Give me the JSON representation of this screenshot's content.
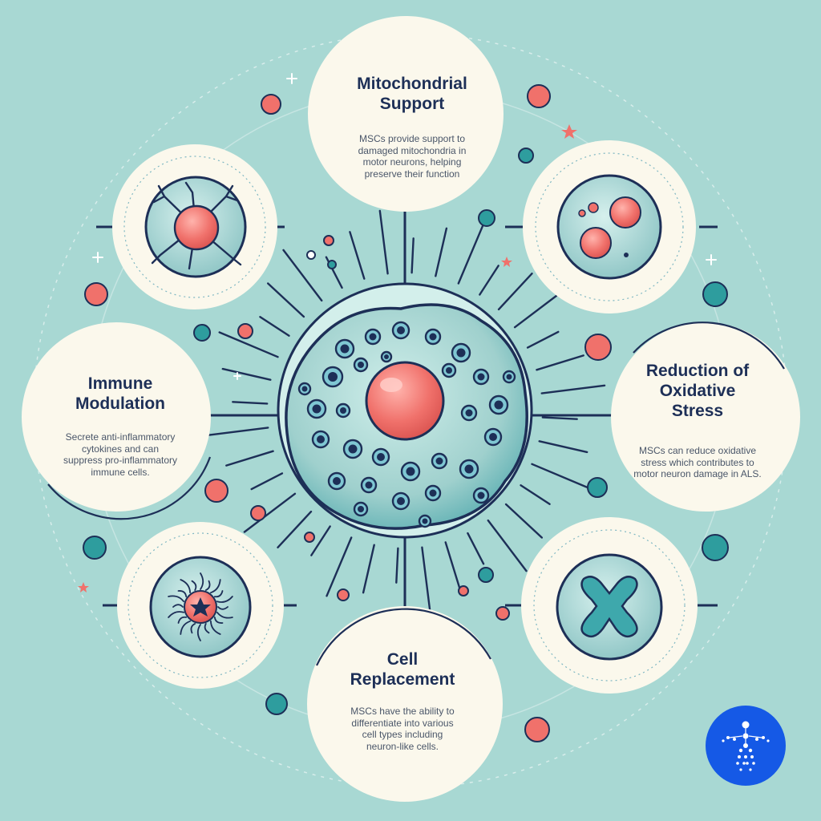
{
  "panels": {
    "mitochondrial": {
      "title_line1": "Mitochondrial",
      "title_line2": "Support",
      "desc_line1": "MSCs provide support to",
      "desc_line2": "damaged mitochondria in",
      "desc_line3": "motor neurons, helping",
      "desc_line4": "preserve their function"
    },
    "immune": {
      "title_line1": "Immune",
      "title_line2": "Modulation",
      "desc_line1": "Secrete anti-inflammatory",
      "desc_line2": "cytokines and can",
      "desc_line3": "suppress pro-inflammatory",
      "desc_line4": "immune cells."
    },
    "oxidative": {
      "title_line1": "Reduction of",
      "title_line2": "Oxidative",
      "title_line3": "Stress",
      "desc_line1": "MSCs can reduce oxidative",
      "desc_line2": "stress which contributes to",
      "desc_line3": "motor neuron damage in ALS."
    },
    "replacement": {
      "title_line1": "Cell",
      "title_line2": "Replacement",
      "desc_line1": "MSCs have the ability to",
      "desc_line2": "differentiate into various",
      "desc_line3": "cell types including",
      "desc_line4": "neuron-like cells."
    }
  },
  "icons": {
    "central": "stem-cell-icon",
    "top_left": "neuron-cell-icon",
    "top_right": "mitochondria-cell-icon",
    "bottom_left": "immune-cell-icon",
    "bottom_right": "chromosome-cell-icon",
    "logo": "neural-logo-icon"
  },
  "colors": {
    "background": "#a8d8d3",
    "panel": "#fbf8ec",
    "navy": "#1d2f57",
    "nucleus": "#f0716b",
    "cell_body": "#9fd0cd",
    "teal": "#2e9d9e",
    "logo": "#1559e6"
  }
}
